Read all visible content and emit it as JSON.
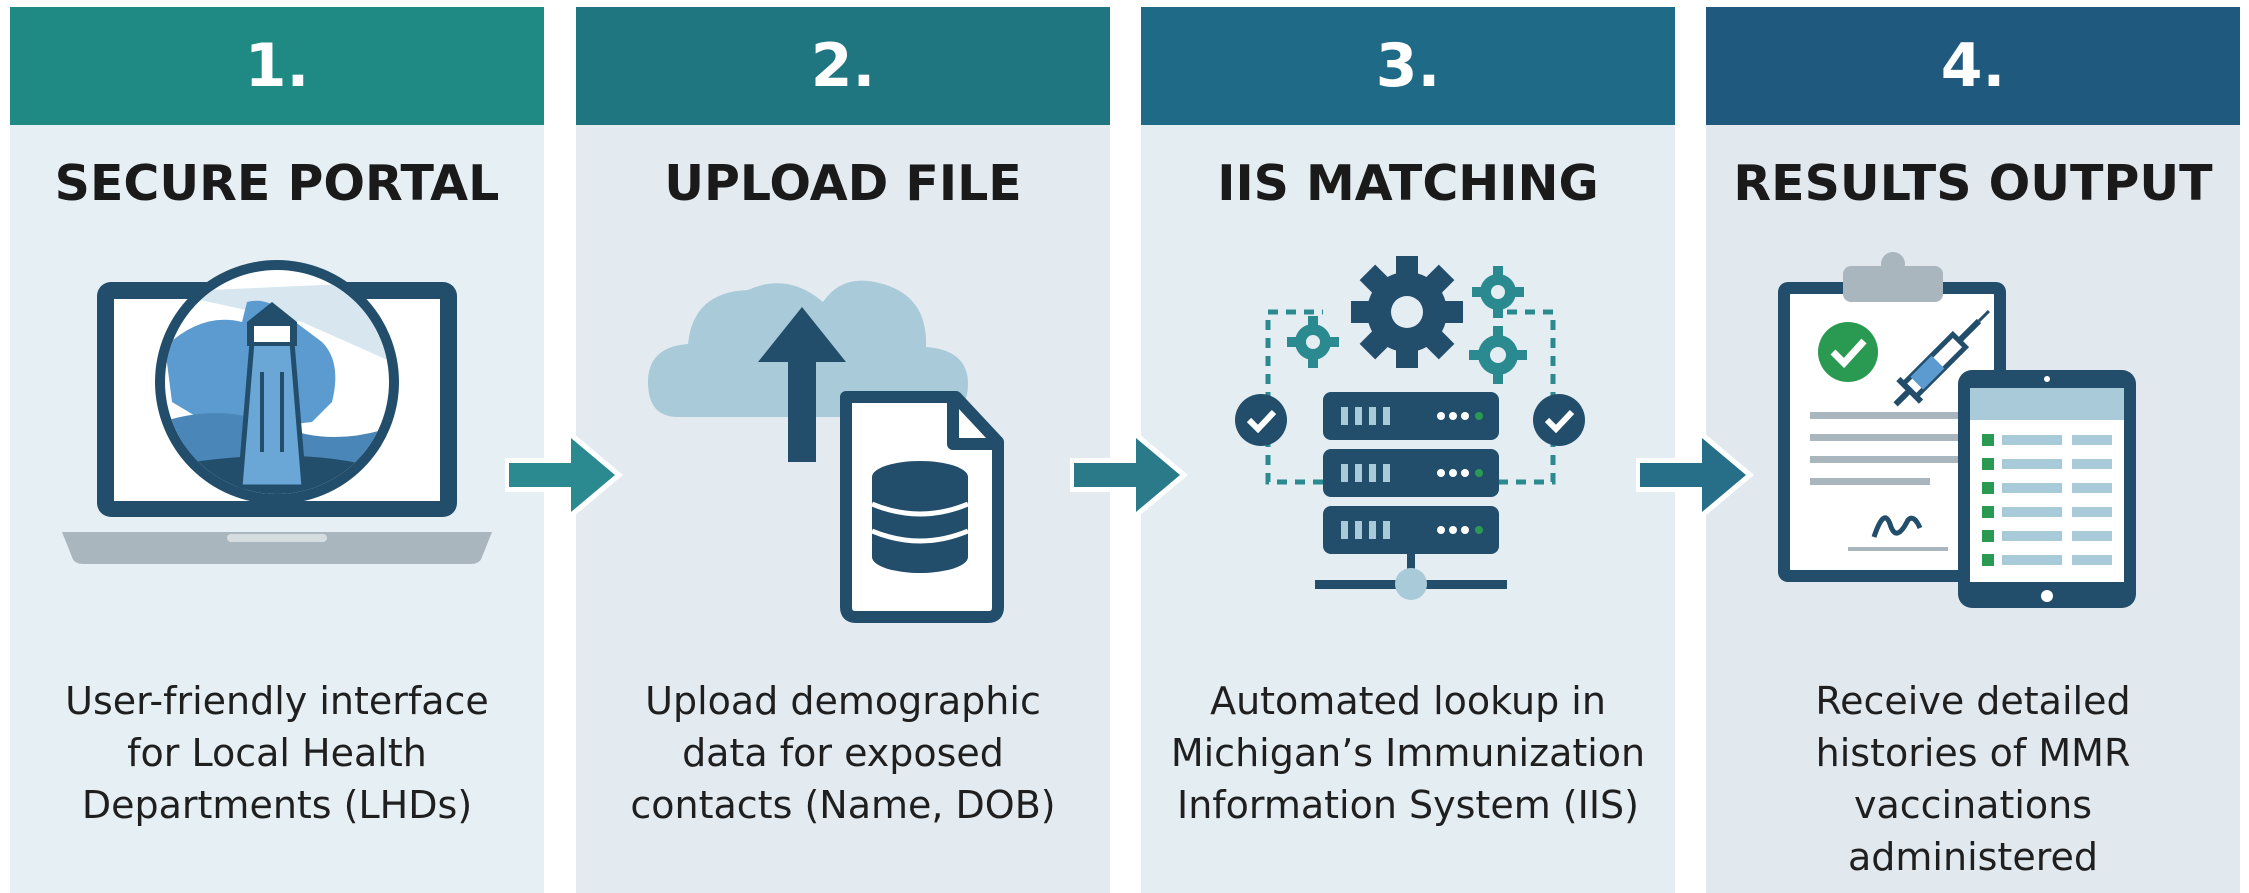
{
  "colors": {
    "header1": "#1f8a84",
    "header2": "#1f7580",
    "header3": "#1f6a86",
    "header4": "#1f5a7e",
    "navy": "#234e6b",
    "light_blue": "#a9cad8",
    "arrow": "#2a8a8f",
    "green": "#2a9a52"
  },
  "steps": [
    {
      "number": "1.",
      "title": "SECURE PORTAL",
      "icon": "laptop-with-lighthouse-logo-icon",
      "desc": [
        "User-friendly interface",
        "for Local Health",
        "Departments (LHDs)"
      ]
    },
    {
      "number": "2.",
      "title": "UPLOAD FILE",
      "icon": "cloud-upload-database-file-icon",
      "desc": [
        "Upload demographic",
        "data for exposed",
        "contacts (Name, DOB)"
      ]
    },
    {
      "number": "3.",
      "title": "IIS MATCHING",
      "icon": "gears-server-matching-icon",
      "desc": [
        "Automated lookup in",
        "Michigan’s Immunization",
        "Information System (IIS)"
      ]
    },
    {
      "number": "4.",
      "title": "RESULTS OUTPUT",
      "icon": "clipboard-tablet-results-icon",
      "desc": [
        "Receive detailed",
        "histories of MMR",
        "vaccinations",
        "administered"
      ]
    }
  ]
}
